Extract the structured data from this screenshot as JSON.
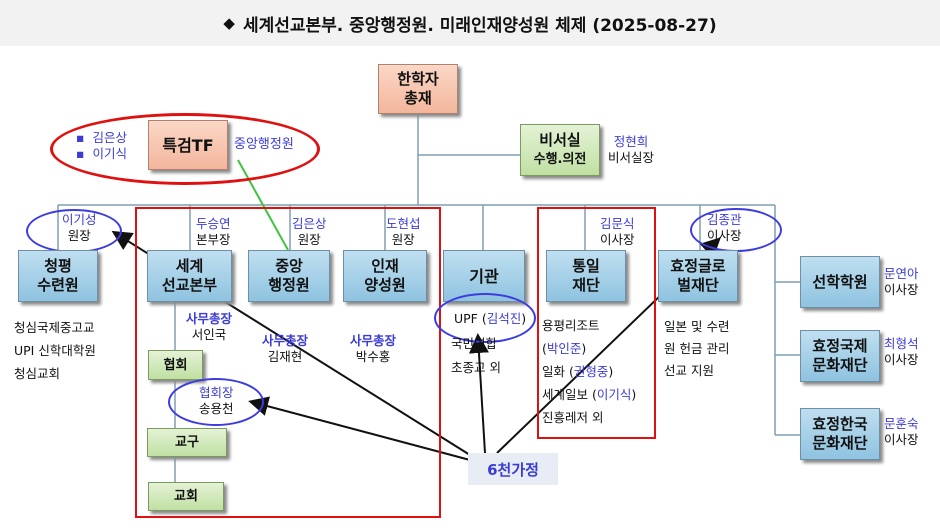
{
  "title": "세계선교본부. 중앙행정원. 미래인재양성원 체제 (2025-08-27)",
  "title_glyph": "◆",
  "top": {
    "name_line1": "한학자",
    "name_line2": "총재"
  },
  "secretary": {
    "line1": "비서실",
    "line2": "수행.의전",
    "person": "정현희",
    "role": "비서실장"
  },
  "tf": {
    "box": "특검TF",
    "side_label": "중앙행정원",
    "members": [
      "김은상",
      "이기식"
    ],
    "bullet": "▪"
  },
  "cheongpyeong": {
    "line1": "청평",
    "line2": "수련원",
    "head": "이기성",
    "head_role": "원장",
    "items": [
      "청심국제중고교",
      "UPI 신학대학원",
      "청심교회"
    ]
  },
  "mission": {
    "line1": "세계",
    "line2": "선교본부",
    "head": "두승연",
    "head_role": "본부장",
    "sec_title": "사무총장",
    "sec_name": "서인국",
    "chain": {
      "assoc": "협회",
      "assoc_head_role": "협회장",
      "assoc_head": "송용천",
      "church_district": "교구",
      "church": "교회"
    }
  },
  "admin": {
    "line1": "중앙",
    "line2": "행정원",
    "head": "김은상",
    "head_role": "원장",
    "sec_title": "사무총장",
    "sec_name": "김재현"
  },
  "talent": {
    "line1": "인재",
    "line2": "양성원",
    "head": "도현섭",
    "head_role": "원장",
    "sec_title": "사무총장",
    "sec_name": "박수홍"
  },
  "org": {
    "box": "기관",
    "upf_prefix": "UPF (",
    "upf_person": "김석진",
    "upf_suffix": ")",
    "items": [
      "국민연합",
      "초종교 외"
    ]
  },
  "unif": {
    "line1": "통일",
    "line2": "재단",
    "head": "김문식",
    "head_role": "이사장",
    "items": [
      {
        "pre": "용평리조트",
        "person": "박인준",
        "post": ""
      },
      {
        "pre": "일화 (",
        "person": "권형중",
        "post": ")"
      },
      {
        "pre": "세계일보 (",
        "person": "이기식",
        "post": ")"
      },
      {
        "pre": "진흥레저 외",
        "person": "",
        "post": ""
      }
    ]
  },
  "hyojeong_global": {
    "line1": "효정글로",
    "line2": "벌재단",
    "head": "김종관",
    "head_role": "이사장",
    "desc": [
      "일본 및 수련",
      "원 헌금 관리",
      "선교 지원"
    ]
  },
  "sunhak": {
    "box": "선학학원",
    "head": "문연아",
    "head_role": "이사장"
  },
  "hj_intl": {
    "line1": "효정국제",
    "line2": "문화재단",
    "head": "최형석",
    "head_role": "이사장"
  },
  "hj_korea": {
    "line1": "효정한국",
    "line2": "문화재단",
    "head": "문훈숙",
    "head_role": "이사장"
  },
  "six_families": "6천가정"
}
